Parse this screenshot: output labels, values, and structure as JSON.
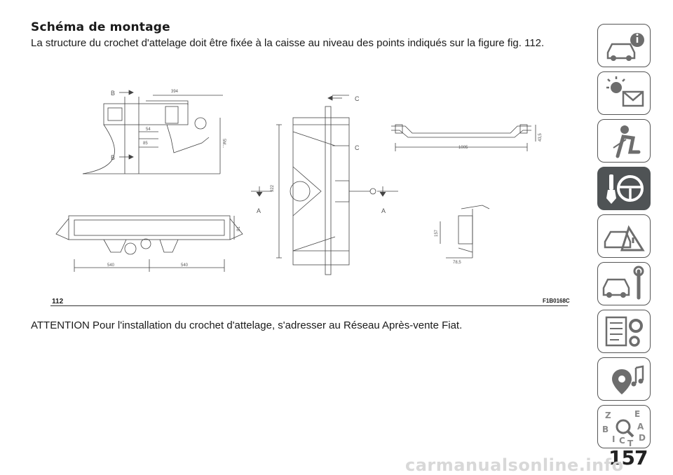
{
  "section": {
    "title": "Schéma de montage",
    "intro": "La structure du crochet d'attelage doit être fixée à la caisse au niveau des points indiqués sur la figure fig. 112."
  },
  "figure": {
    "number": "112",
    "code": "F1B0168C",
    "labels": {
      "section_b": "B",
      "section_c": "C",
      "section_a": "A"
    },
    "dimensions": {
      "d394": "394",
      "d54": "54",
      "d85": "85",
      "d5m": "5M...",
      "d922": "922",
      "d1005": "1005",
      "d43_5": "43,5",
      "d81": "81",
      "d540_left": "540",
      "d540_right": "540",
      "d157": "157",
      "d78_5": "78,5"
    }
  },
  "attention": "ATTENTION Pour l'installation du crochet d'attelage, s'adresser au Réseau Après-vente Fiat.",
  "side_tabs": [
    {
      "icon": "car-info-icon",
      "active": false
    },
    {
      "icon": "warning-light-icon",
      "active": false
    },
    {
      "icon": "seat-airbag-icon",
      "active": false
    },
    {
      "icon": "steering-key-icon",
      "active": true
    },
    {
      "icon": "car-crash-icon",
      "active": false
    },
    {
      "icon": "car-wrench-icon",
      "active": false
    },
    {
      "icon": "specifications-gear-icon",
      "active": false
    },
    {
      "icon": "multimedia-icon",
      "active": false
    },
    {
      "icon": "alphabetical-index-icon",
      "active": false
    }
  ],
  "page_number": "157",
  "watermark": "carmanualsonline.info"
}
